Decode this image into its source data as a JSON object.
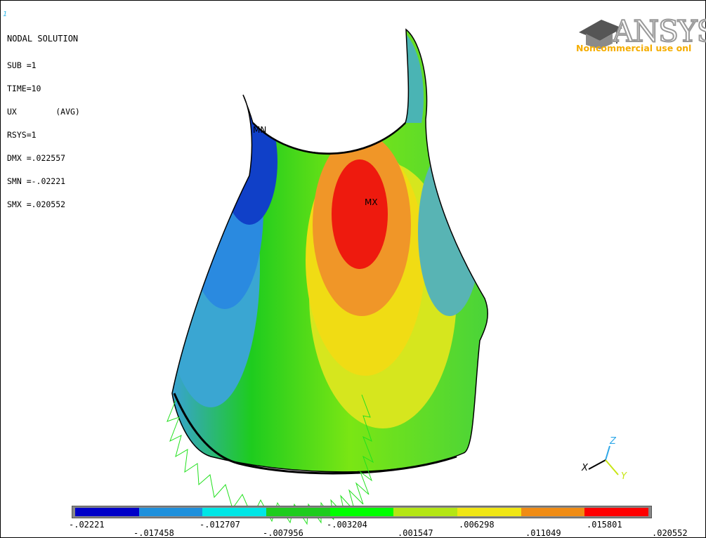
{
  "window_number": "1",
  "header": {
    "title": "NODAL SOLUTION",
    "lines": [
      "SUB =1",
      "TIME=10",
      "UX        (AVG)",
      "RSYS=1",
      "DMX =.022557",
      "SMN =-.02221",
      "SMX =.020552"
    ]
  },
  "logo": {
    "brand": "ANSYS",
    "note": "Noncommercial use onl"
  },
  "markers": {
    "min": "MN",
    "max": "MX"
  },
  "axes": {
    "z": "Z",
    "x": "X",
    "y": "Y"
  },
  "legend": {
    "colors": [
      "#0000c8",
      "#1e90dc",
      "#00e6e6",
      "#1ecc1e",
      "#00ff00",
      "#b4e614",
      "#f0e614",
      "#f08c14",
      "#ff0000"
    ],
    "ticks_top": [
      "-.02221",
      "-.012707",
      "-.003204",
      ".006298",
      ".015801"
    ],
    "ticks_bottom": [
      "-.017458",
      "-.007956",
      ".001547",
      ".011049",
      ".020552"
    ]
  }
}
